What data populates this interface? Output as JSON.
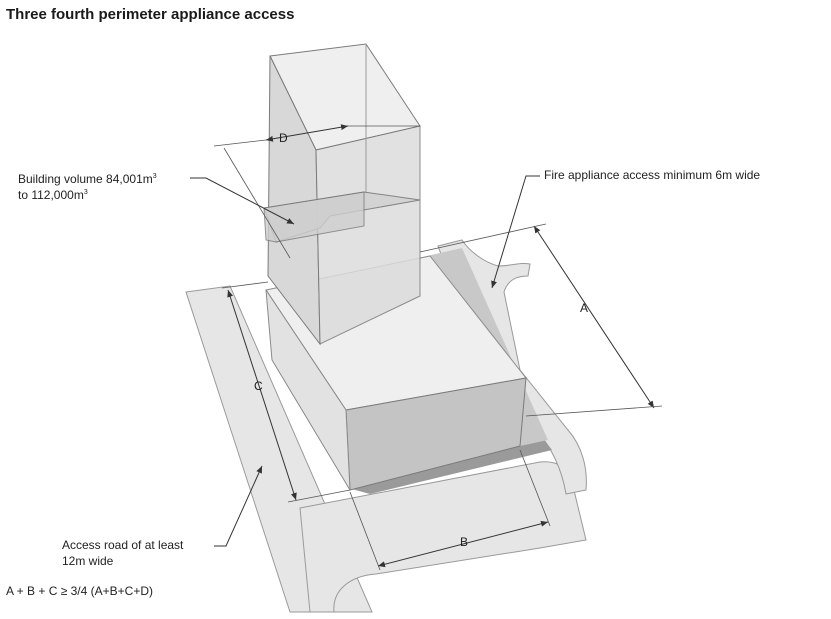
{
  "title": "Three fourth perimeter appliance access",
  "labels": {
    "building_volume_line1_prefix": "Building volume 84,001m",
    "building_volume_line1_sup": "3",
    "building_volume_line2_prefix": "to 112,000m",
    "building_volume_line2_sup": "3",
    "fire_appliance_access": "Fire appliance access minimum 6m wide",
    "access_road_line1": "Access road of at least",
    "access_road_line2": "12m wide"
  },
  "dimensions": {
    "a": "A",
    "b": "B",
    "c": "C",
    "d": "D"
  },
  "formula": "A + B + C ≥ 3/4 (A+B+C+D)",
  "colors": {
    "road": "#e6e6e6",
    "road_edge": "#9a9a9a",
    "building_top": "#efefef",
    "building_side_light": "#dedede",
    "building_side_dark": "#c4c4c4",
    "shadow": "#9a9a9a",
    "line": "#333333"
  }
}
